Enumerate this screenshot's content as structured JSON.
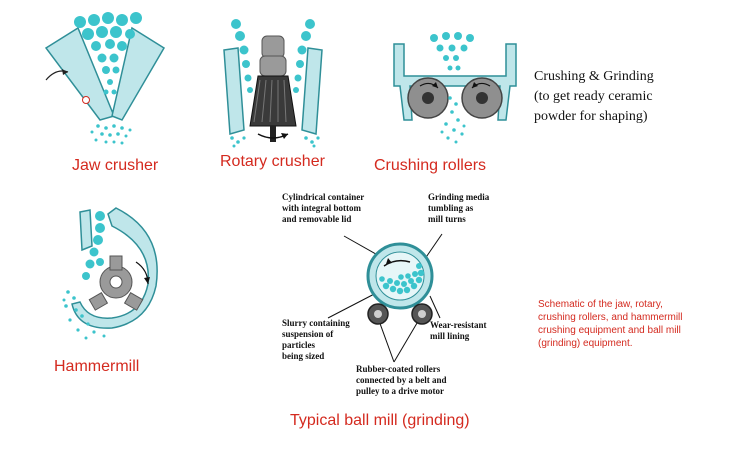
{
  "labels": {
    "jaw_crusher": "Jaw crusher",
    "rotary_crusher": "Rotary crusher",
    "crushing_rollers": "Crushing  rollers",
    "hammermill": "Hammermill",
    "ball_mill": "Typical ball mill (grinding)"
  },
  "note": {
    "line1": "Crushing & Grinding",
    "line2": "(to get ready ceramic",
    "line3": "powder for shaping)"
  },
  "ball_mill_callouts": {
    "container": [
      "Cylindrical container",
      "with integral bottom",
      "and removable lid"
    ],
    "media": [
      "Grinding media",
      "tumbling as",
      "mill turns"
    ],
    "slurry": [
      "Slurry containing",
      "suspension of",
      "particles",
      "being sized"
    ],
    "lining": [
      "Wear-resistant",
      "mill lining"
    ],
    "rollers": [
      "Rubber-coated rollers",
      "connected by a belt and",
      "pulley to a drive motor"
    ]
  },
  "caption": [
    "Schematic of the jaw, rotary,",
    "crushing rollers, and hammermill",
    "crushing equipment and ball mill",
    "(grinding) equipment."
  ],
  "colors": {
    "ball": "#3cc4cc",
    "ball_light": "#8ad8dc",
    "wall_fill": "#bfe6ea",
    "wall_stroke": "#2f8f98",
    "metal": "#8a8a8a",
    "label_red": "#d42a1f"
  }
}
